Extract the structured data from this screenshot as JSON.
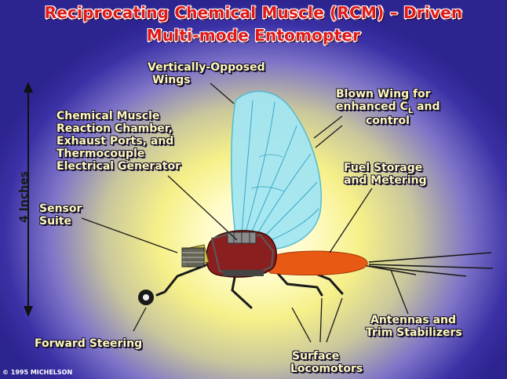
{
  "title": {
    "line1": "Reciprocating Chemical Muscle (RCM) – Driven",
    "line2": "Multi-mode Entomopter"
  },
  "scale": {
    "label": "4 Inches"
  },
  "labels": {
    "wings": {
      "line1": "Vertically-Opposed",
      "line2": "Wings"
    },
    "blown_wing": {
      "line1": "Blown Wing for",
      "line2_prefix": "enhanced C",
      "line2_sub": "L",
      "line2_suffix": " and",
      "line3": "control"
    },
    "chemical_muscle": {
      "line1": "Chemical Muscle",
      "line2": "Reaction Chamber,",
      "line3": "Exhaust Ports, and",
      "line4": "Thermocouple",
      "line5": "Electrical Generator"
    },
    "fuel_storage": {
      "line1": "Fuel Storage",
      "line2": "and Metering"
    },
    "sensor_suite": {
      "line1": "Sensor",
      "line2": "Suite"
    },
    "antennas": {
      "line1": "Antennas and",
      "line2": "Trim Stabilizers"
    },
    "forward_steering": {
      "line1": "Forward Steering"
    },
    "surface_locomotors": {
      "line1": "Surface",
      "line2": "Locomotors"
    }
  },
  "copyright": "© 1995 MICHELSON",
  "colors": {
    "title_red": "#e01818",
    "label_yellow": "#fff9b8",
    "wing_blue": "#9fe3f0",
    "body_orange": "#e85a14",
    "body_red": "#8a1f1f"
  }
}
